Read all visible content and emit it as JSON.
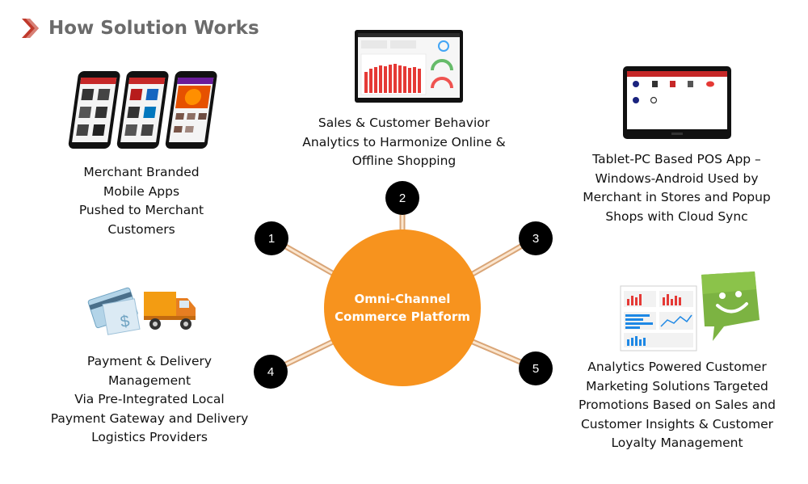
{
  "title": "How Solution Works",
  "hub": {
    "line1": "Omni-Channel",
    "line2": "Commerce Platform"
  },
  "nodes": [
    {
      "number": "1",
      "lines": [
        "Merchant Branded",
        "Mobile Apps",
        "Pushed to Merchant",
        "Customers"
      ]
    },
    {
      "number": "2",
      "lines": [
        "Sales & Customer Behavior",
        "Analytics to Harmonize Online &",
        "Offline Shopping"
      ]
    },
    {
      "number": "3",
      "lines": [
        "Tablet-PC Based POS App –",
        "Windows-Android Used by",
        "Merchant in Stores and Popup",
        "Shops with Cloud Sync"
      ]
    },
    {
      "number": "4",
      "lines": [
        "Payment & Delivery",
        "Management",
        "Via Pre-Integrated Local",
        "Payment Gateway and Delivery",
        "Logistics Providers"
      ]
    },
    {
      "number": "5",
      "lines": [
        "Analytics Powered Customer",
        "Marketing Solutions Targeted",
        "Promotions Based on Sales and",
        "Customer Insights &  Customer",
        "Loyalty Management"
      ]
    }
  ],
  "colors": {
    "hub": "#f7931e",
    "badge": "#000000",
    "title": "#6b6b6b",
    "chevron": "#c0392b",
    "connector": "#f0c9a0"
  },
  "icons": [
    "chevron-icon",
    "mobile-apps-image",
    "analytics-dashboard-image",
    "pos-tablet-image",
    "payment-delivery-icon",
    "marketing-analytics-image"
  ]
}
